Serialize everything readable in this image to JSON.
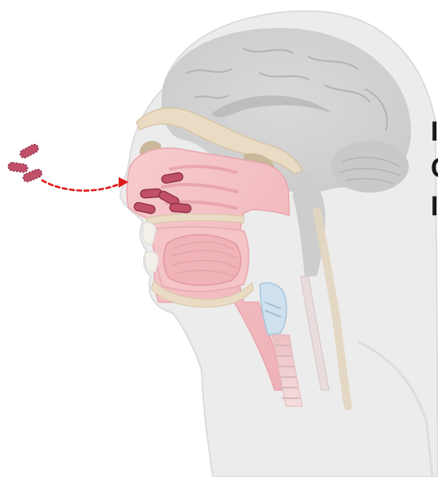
{
  "figure": {
    "subject": "sagittal-head-section",
    "colors": {
      "background": "#ffffff",
      "head_silhouette": "#e6e6e6",
      "head_outline": "#d9d9d9",
      "brain": "#cfcfcf",
      "bone": "#e9dcc6",
      "airway_tissue": "#f6c8c8",
      "airway_deep": "#ee9fa5",
      "bacteria": "#c0506a",
      "bacteria_outline": "#8e2d45",
      "arrow": "#e01b1b",
      "cartilage_blue": "#bcd6ea"
    },
    "inhaled_bacteria_count": 3,
    "nasal_bacteria_count": 5
  },
  "cut_text": [
    "I",
    "C",
    "I"
  ]
}
